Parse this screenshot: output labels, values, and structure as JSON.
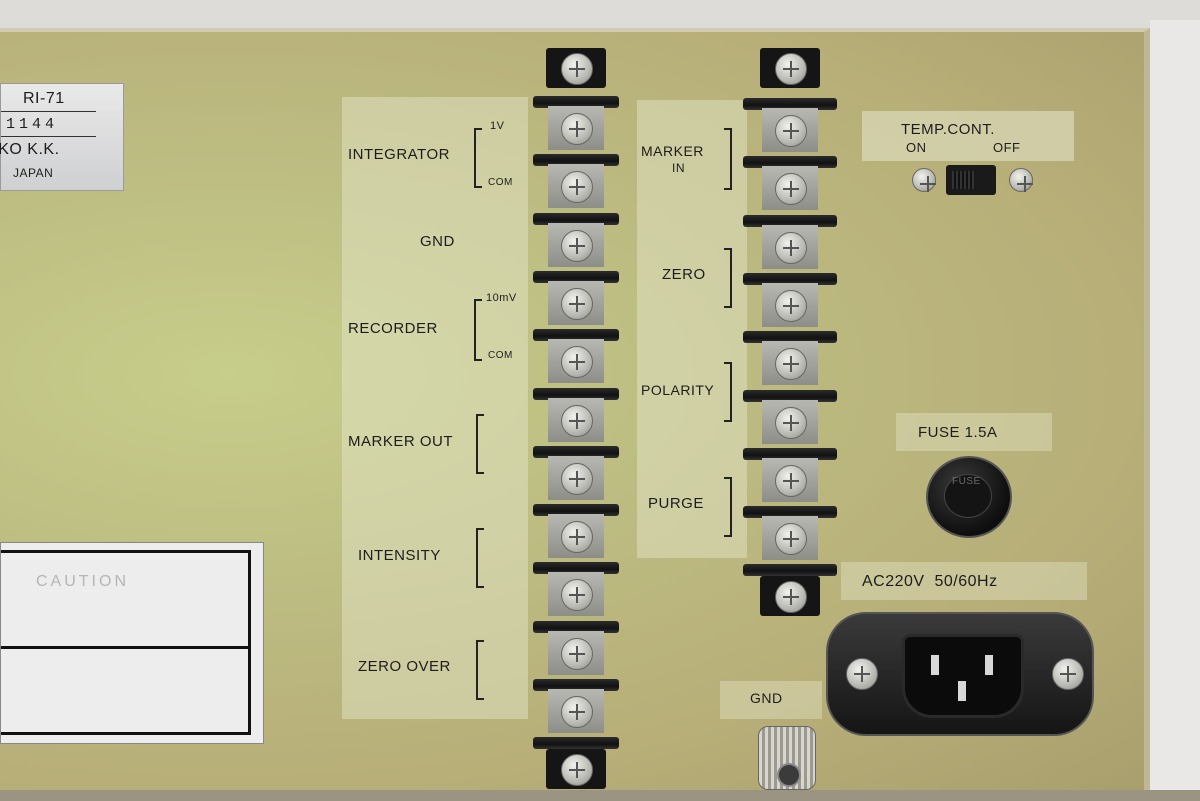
{
  "nameplate": {
    "model": "RI-71",
    "serial": "1144",
    "maker": "ENKO K.K.",
    "country": "JAPAN"
  },
  "caution": {
    "title": "CAUTION"
  },
  "left_labels": {
    "integrator": "INTEGRATOR",
    "v1": "1V",
    "com1": "COM",
    "gnd": "GND",
    "recorder": "RECORDER",
    "mv10": "10mV",
    "com2": "COM",
    "marker_out": "MARKER OUT",
    "intensity": "INTENSITY",
    "zero_over": "ZERO OVER"
  },
  "right_labels": {
    "marker": "MARKER",
    "in": "IN",
    "zero": "ZERO",
    "polarity": "POLARITY",
    "purge": "PURGE"
  },
  "temp_control": {
    "title": "TEMP.CONT.",
    "on": "ON",
    "off": "OFF"
  },
  "fuse": {
    "label": "FUSE 1.5A",
    "cap_text": "FUSE"
  },
  "power": {
    "label": "AC220V  50/60Hz"
  },
  "ground": {
    "label": "GND"
  },
  "colors": {
    "panel": "#bdbd82",
    "terminal_block": "#151515",
    "text": "#1d1d1d"
  }
}
